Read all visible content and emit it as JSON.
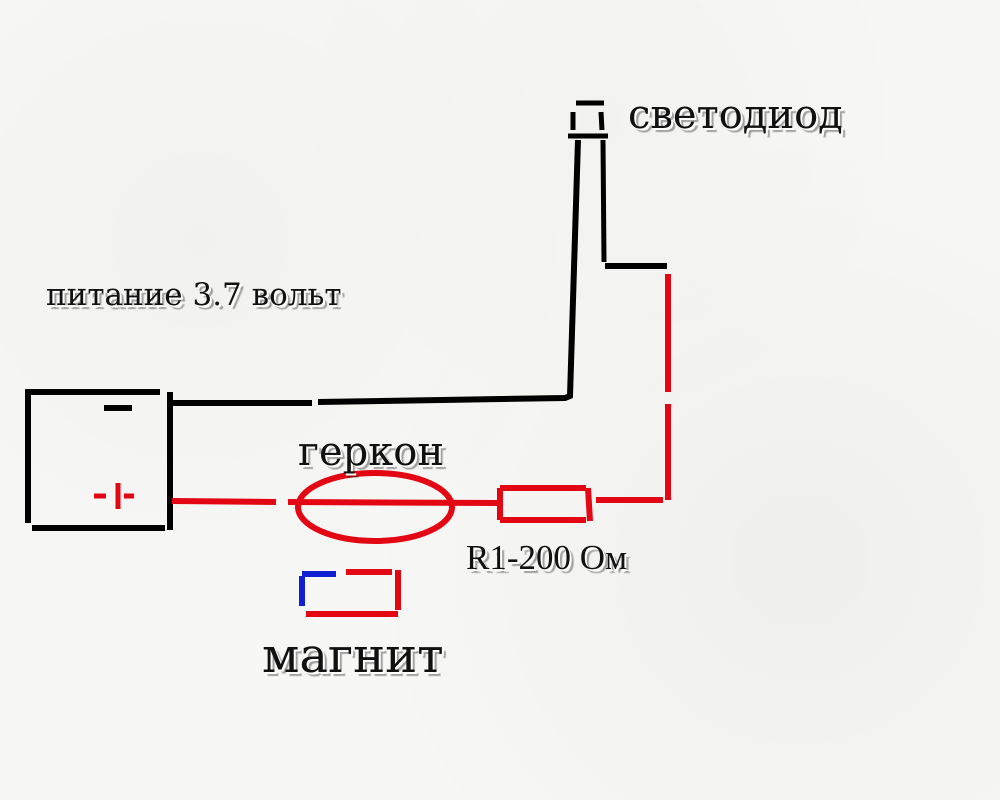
{
  "diagram": {
    "labels": {
      "power": "питание 3.7 вольт",
      "led": "светодиод",
      "reed_switch": "геркон",
      "resistor": "R1-200 Ом",
      "magnet": "магнит"
    },
    "components": [
      {
        "name": "battery",
        "terminals": [
          "-",
          "+"
        ]
      },
      {
        "name": "reed-switch"
      },
      {
        "name": "resistor"
      },
      {
        "name": "led"
      },
      {
        "name": "magnet",
        "poles": [
          "blue",
          "red"
        ]
      }
    ],
    "colors": {
      "negative_wire": "#000000",
      "positive_wire": "#e30613",
      "magnet_south": "#1020d0",
      "magnet_north": "#e30613",
      "text": "#111111"
    }
  }
}
